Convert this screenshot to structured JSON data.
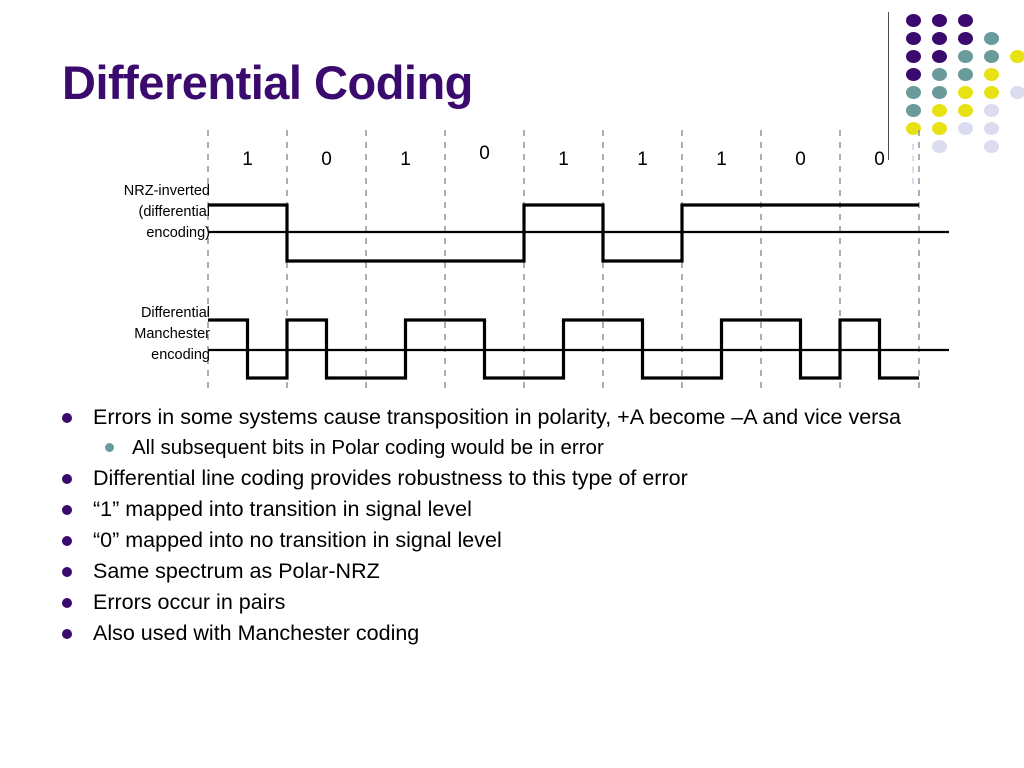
{
  "slide": {
    "title": "Differential Coding"
  },
  "figure": {
    "bit_sequence": [
      "1",
      "0",
      "1",
      "0",
      "1",
      "1",
      "1",
      "0",
      "0"
    ],
    "nrzi_label_lines": [
      "NRZ-inverted",
      "(differential",
      "encoding)"
    ],
    "manchester_label_lines": [
      "Differential",
      "Manchester",
      "encoding"
    ],
    "nrzi_levels": [
      "high",
      "low",
      "low",
      "low",
      "high",
      "low",
      "high",
      "high",
      "high"
    ],
    "manchester_first_half": [
      "high",
      "high",
      "low",
      "high",
      "low",
      "high",
      "low",
      "high",
      "high"
    ],
    "gridline_color": "#9a9a9a",
    "trace_color": "#000000"
  },
  "bullets": [
    {
      "level": 1,
      "text": "Errors in some systems cause transposition in polarity, +A become –A and vice versa"
    },
    {
      "level": 2,
      "text": "All subsequent bits in Polar coding would be in error"
    },
    {
      "level": 1,
      "text": "Differential line coding provides robustness to this type of error"
    },
    {
      "level": 1,
      "text": "“1” mapped into transition in signal level"
    },
    {
      "level": 1,
      "text": "“0” mapped into no transition in signal level"
    },
    {
      "level": 1,
      "text": "Same spectrum as Polar-NRZ"
    },
    {
      "level": 1,
      "text": "Errors occur in pairs"
    },
    {
      "level": 1,
      "text": "Also used with Manchester coding"
    }
  ],
  "decoration": {
    "colors": {
      "purple": "#3b0a6e",
      "teal": "#6b9a9a",
      "yellow": "#e8e214",
      "lavender": "#dcdcf0"
    },
    "dot_grid": [
      [
        "purple",
        "purple",
        "purple",
        null,
        null
      ],
      [
        "purple",
        "purple",
        "purple",
        "teal",
        null
      ],
      [
        "purple",
        "purple",
        "teal",
        "teal",
        "yellow"
      ],
      [
        "purple",
        "teal",
        "teal",
        "yellow",
        null
      ],
      [
        "teal",
        "teal",
        "yellow",
        "yellow",
        "lavender"
      ],
      [
        "teal",
        "yellow",
        "yellow",
        "lavender",
        null
      ],
      [
        "yellow",
        "yellow",
        "lavender",
        "lavender",
        null
      ],
      [
        null,
        "lavender",
        null,
        "lavender",
        null
      ]
    ]
  }
}
